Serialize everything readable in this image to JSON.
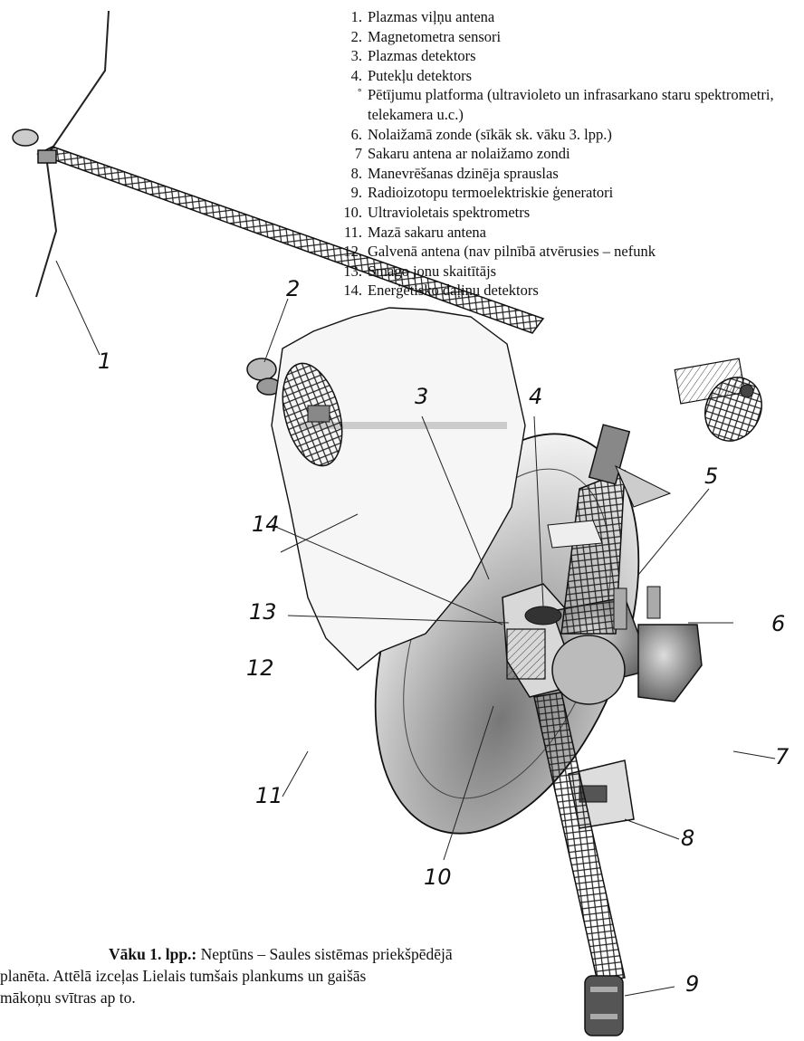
{
  "legend": [
    {
      "num": "1.",
      "text": "Plazmas viļņu antena"
    },
    {
      "num": "2.",
      "text": "Magnetometra sensori"
    },
    {
      "num": "3.",
      "text": "Plazmas detektors"
    },
    {
      "num": "4.",
      "text": "Putekļu detektors"
    },
    {
      "num": "˚",
      "text": "Pētījumu platforma (ultravioleto un infrasarkano staru spektrometri, telekamera u.c.)"
    },
    {
      "num": "6.",
      "text": "Nolaižamā zonde (sīkāk sk. vāku 3. lpp.)"
    },
    {
      "num": "7",
      "text": "Sakaru antena ar nolaižamo zondi"
    },
    {
      "num": "8.",
      "text": "Manevrēšanas dzinēja sprauslas"
    },
    {
      "num": "9.",
      "text": "Radioizotopu termoelektriskie ģeneratori"
    },
    {
      "num": "10.",
      "text": "Ultravioletais spektrometrs"
    },
    {
      "num": "11.",
      "text": "Mazā sakaru antena"
    },
    {
      "num": "12.",
      "text": "Galvenā antena (nav pilnībā atvērusies – nefunk"
    },
    {
      "num": "13.",
      "text": "Smago jonu skaitītājs"
    },
    {
      "num": "14.",
      "text": "Enerģētisko daļiņu detektors"
    }
  ],
  "callouts": {
    "c1": "1",
    "c2": "2",
    "c3": "3",
    "c4": "4",
    "c5": "5",
    "c6": "6",
    "c7": "7",
    "c8": "8",
    "c9": "9",
    "c10": "10",
    "c11": "11",
    "c12": "12",
    "c13": "13",
    "c14": "14"
  },
  "caption": {
    "bold": "Vāku 1. lpp.:",
    "line1": " Neptūns – Saules sistēmas priekšpēdējā",
    "line2": "planēta. Attēlā izceļas Lielais tumšais plankums un gaišās",
    "line3": "mākoņu svītras ap to."
  }
}
